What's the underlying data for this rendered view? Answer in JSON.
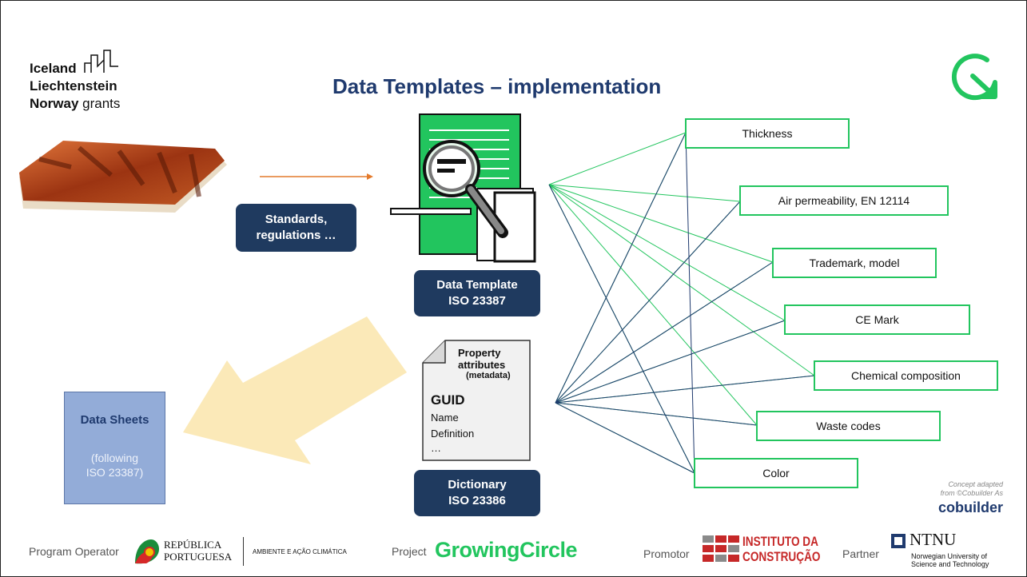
{
  "logo": {
    "line1": "Iceland",
    "line2": "Liechtenstein",
    "line3_bold": "Norway",
    "line3_light": "grants"
  },
  "title": "Data Templates – implementation",
  "standards_box": {
    "line1": "Standards,",
    "line2": "regulations …"
  },
  "data_template_box": {
    "line1": "Data Template",
    "line2": "ISO 23387"
  },
  "dictionary_box": {
    "line1": "Dictionary",
    "line2": "ISO 23386"
  },
  "property_doc": {
    "heading1": "Property",
    "heading2": "attributes",
    "heading3": "(metadata)",
    "guid": "GUID",
    "item1": "Name",
    "item2": "Definition",
    "item3": "…"
  },
  "data_sheets": {
    "title": "Data Sheets",
    "sub1": "(following",
    "sub2": "ISO 23387)"
  },
  "properties": [
    "Thickness",
    "Air permeability, EN 12114",
    "Trademark, model",
    "CE Mark",
    "Chemical composition",
    "Waste codes",
    "Color"
  ],
  "credit": {
    "line1": "Concept adapted",
    "line2": "from ©Cobuilder As",
    "brand": "cobuilder"
  },
  "footer": {
    "program_operator_label": "Program Operator",
    "republica_line1": "REPÚBLICA",
    "republica_line2": "PORTUGUESA",
    "ambiente": "AMBIENTE E AÇÃO CLIMÁTICA",
    "project_label": "Project",
    "project_name": "GrowingCircle",
    "promotor_label": "Promotor",
    "instituto_line1": "INSTITUTO DA",
    "instituto_line2": "CONSTRUÇÃO",
    "partner_label": "Partner",
    "ntnu": "NTNU",
    "ntnu_sub1": "Norwegian University of",
    "ntnu_sub2": "Science and Technology"
  },
  "colors": {
    "navy": "#1f3a5f",
    "green": "#22c55e",
    "title_blue": "#1f3a6e",
    "arrow_yellow": "#fbe7b0",
    "sheet_blue": "#93acd8"
  }
}
